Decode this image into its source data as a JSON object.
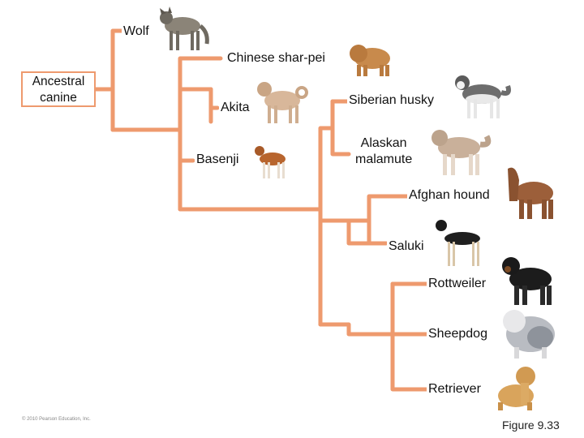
{
  "root": {
    "line1": "Ancestral",
    "line2": "canine"
  },
  "breeds": {
    "wolf": "Wolf",
    "shar_pei": "Chinese shar-pei",
    "akita": "Akita",
    "basenji": "Basenji",
    "husky": "Siberian husky",
    "malamute_1": "Alaskan",
    "malamute_2": "malamute",
    "afghan": "Afghan hound",
    "saluki": "Saluki",
    "rottweiler": "Rottweiler",
    "sheepdog": "Sheepdog",
    "retriever": "Retriever"
  },
  "colors": {
    "branch": "#ee9a6e"
  },
  "footer": {
    "copyright": "© 2010 Pearson Education, Inc.",
    "figure": "Figure 9.33"
  }
}
